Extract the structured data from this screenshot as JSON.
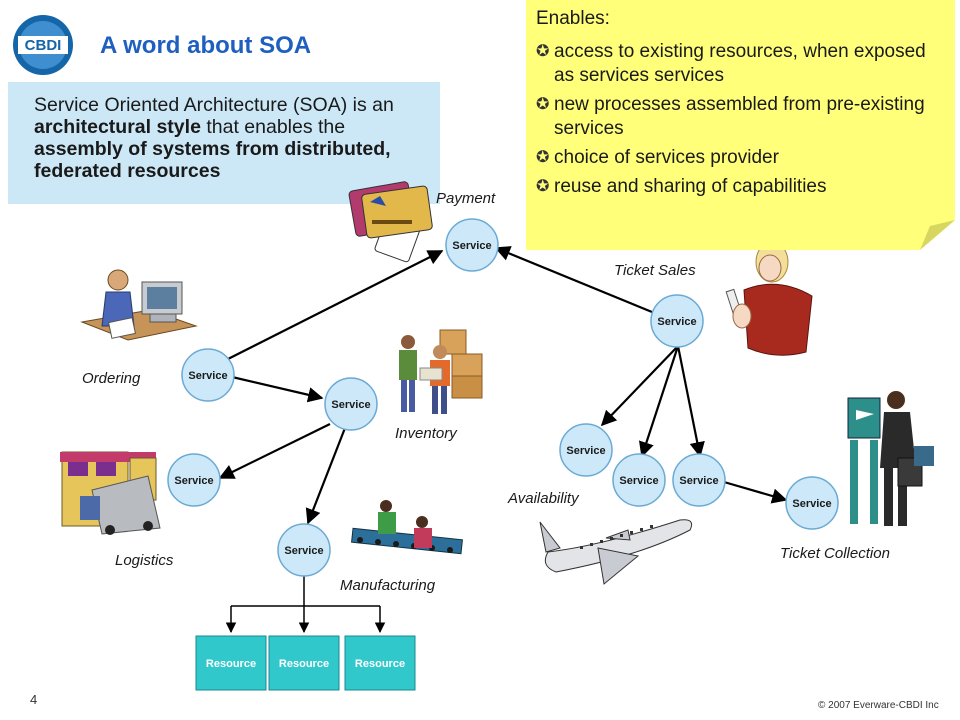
{
  "logo": {
    "text": "CBDI",
    "icon": "cbdi-logo"
  },
  "title": "A word about SOA",
  "definition": {
    "parts": [
      {
        "text": "Service Oriented Architecture (SOA) is an ",
        "bold": false
      },
      {
        "text": "architectural style",
        "bold": true
      },
      {
        "text": " that enables the ",
        "bold": false
      },
      {
        "text": "assembly of systems from distributed, federated resources",
        "bold": true
      }
    ]
  },
  "note": {
    "title": "Enables:",
    "items": [
      "access to existing resources, when exposed as services services",
      "new processes assembled from pre-existing services",
      "choice of services provider",
      "reuse and sharing of capabilities"
    ]
  },
  "diagram": {
    "service_label": "Service",
    "resource_label": "Resource",
    "captions": {
      "payment": "Payment",
      "ticket_sales": "Ticket Sales",
      "ordering": "Ordering",
      "inventory": "Inventory",
      "logistics": "Logistics",
      "manufacturing": "Manufacturing",
      "availability": "Availability",
      "ticket_collection": "Ticket Collection"
    }
  },
  "footer": {
    "page_number": "4",
    "copyright": "© 2007 Everware-CBDI Inc"
  }
}
